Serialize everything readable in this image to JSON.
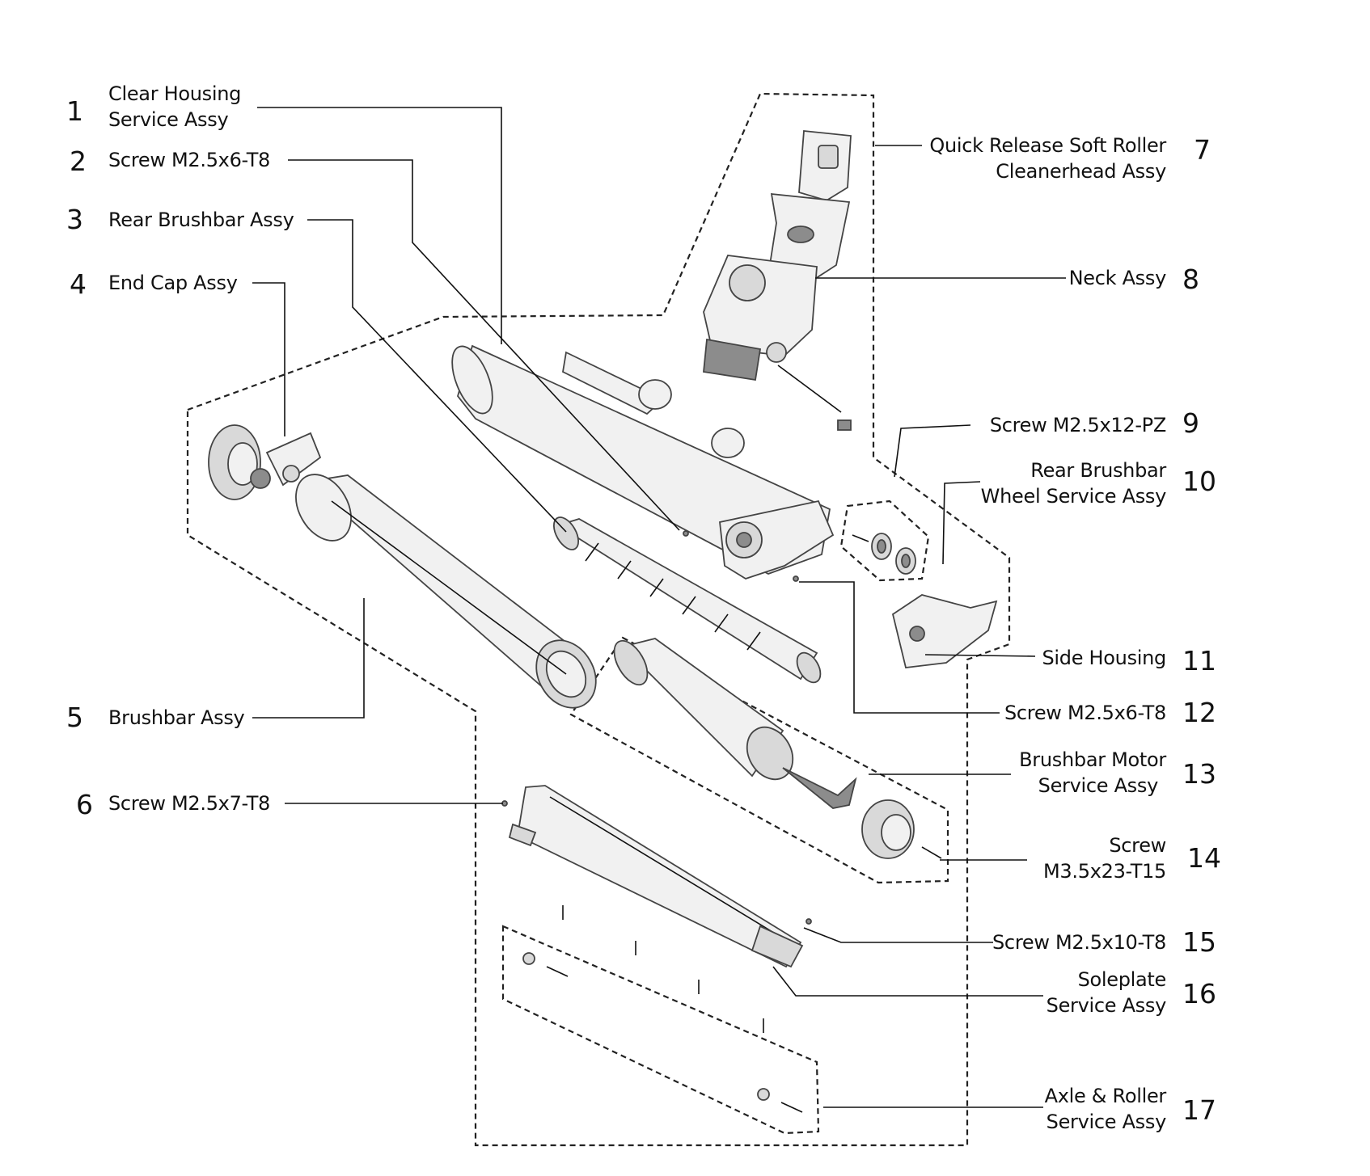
{
  "callouts": [
    {
      "number": "1",
      "line1": "Clear Housing",
      "line2": "Service Assy"
    },
    {
      "number": "2",
      "line1": "Screw M2.5x6-T8",
      "line2": ""
    },
    {
      "number": "3",
      "line1": "Rear Brushbar Assy",
      "line2": ""
    },
    {
      "number": "4",
      "line1": "End Cap Assy",
      "line2": ""
    },
    {
      "number": "5",
      "line1": "Brushbar Assy",
      "line2": ""
    },
    {
      "number": "6",
      "line1": "Screw M2.5x7-T8",
      "line2": ""
    },
    {
      "number": "7",
      "line1": "Quick Release Soft Roller",
      "line2": "Cleanerhead Assy"
    },
    {
      "number": "8",
      "line1": "Neck Assy",
      "line2": ""
    },
    {
      "number": "9",
      "line1": "Screw M2.5x12-PZ",
      "line2": ""
    },
    {
      "number": "10",
      "line1": "Rear Brushbar",
      "line2": "Wheel Service Assy"
    },
    {
      "number": "11",
      "line1": "Side Housing",
      "line2": ""
    },
    {
      "number": "12",
      "line1": "Screw M2.5x6-T8",
      "line2": ""
    },
    {
      "number": "13",
      "line1": "Brushbar Motor",
      "line2": "Service Assy"
    },
    {
      "number": "14",
      "line1": "Screw",
      "line2": "M3.5x23-T15"
    },
    {
      "number": "15",
      "line1": "Screw M2.5x10-T8",
      "line2": ""
    },
    {
      "number": "16",
      "line1": "Soleplate",
      "line2": "Service Assy"
    },
    {
      "number": "17",
      "line1": "Axle & Roller",
      "line2": "Service Assy"
    }
  ]
}
